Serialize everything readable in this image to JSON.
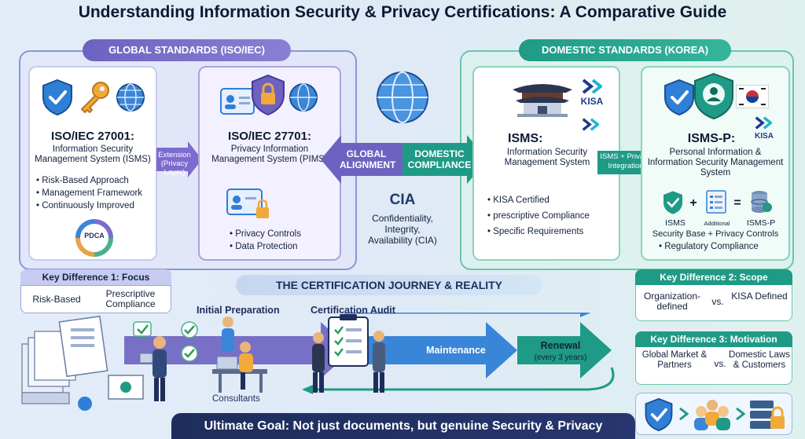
{
  "title": "Understanding Information Security & Privacy Certifications: A Comparative Guide",
  "global": {
    "header": "GLOBAL STANDARDS (ISO/IEC)",
    "iso27001": {
      "title": "ISO/IEC 27001:",
      "subtitle": "Information Security Management System (ISMS)",
      "bullets": [
        "Risk-Based Approach",
        "Management Framework",
        "Continuously Improved"
      ],
      "cycle_label": "PDCA"
    },
    "extension_label": "Extension (Privacy Layer)",
    "iso27701": {
      "title": "ISO/IEC 27701:",
      "subtitle": "Privacy Information Management System (PIMS)",
      "bullets": [
        "Privacy Controls",
        "Data Protection"
      ]
    }
  },
  "center": {
    "global_alignment": "GLOBAL ALIGNMENT",
    "domestic_compliance": "DOMESTIC COMPLIANCE",
    "cia_title": "CIA",
    "cia_text": "Confidentiality, Integrity, Availability (CIA)"
  },
  "domestic": {
    "header": "DOMESTIC STANDARDS (KOREA)",
    "kisa": "KISA",
    "isms": {
      "title": "ISMS:",
      "subtitle": "Information Security Management System",
      "bullets": [
        "KISA Certified",
        "prescriptive Compliance",
        "Specific Requirements"
      ]
    },
    "plus_label": "ISMS + Privacy Integration",
    "ismsp": {
      "title": "ISMS-P:",
      "subtitle": "Personal Information & Information Security Management System",
      "eq_isms": "ISMS",
      "eq_additional": "Additional",
      "eq_ismsp": "ISMS-P",
      "eq_plus": "+",
      "eq_equals": "=",
      "eq_caption": "Security Base + Privacy Controls",
      "bullet": "Regulatory Compliance"
    }
  },
  "key_differences": {
    "focus": {
      "title": "Key Difference 1: Focus",
      "left": "Risk-Based",
      "right": "Prescriptive Compliance"
    },
    "scope": {
      "title": "Key Difference 2: Scope",
      "left": "Organization-defined",
      "vs": "vs.",
      "right": "KISA Defined"
    },
    "motivation": {
      "title": "Key Difference 3: Motivation",
      "left": "Global Market & Partners",
      "vs": "vs.",
      "right": "Domestic Laws & Customers"
    }
  },
  "journey": {
    "title": "THE CERTIFICATION JOURNEY & REALITY",
    "initial_preparation": "Initial Preparation",
    "certification_audit": "Certification Audit",
    "consultants": "Consultants",
    "maintenance": "Maintenance",
    "renewal": "Renewal",
    "renewal_period": "(every 3 years)"
  },
  "goal": "Ultimate Goal: Not just documents, but genuine Security & Privacy",
  "colors": {
    "global": "#6d62c0",
    "domestic": "#1f9a86",
    "navy": "#1e2d5c",
    "shield_blue": "#2f7fd6",
    "key_gold": "#f2a93b"
  }
}
